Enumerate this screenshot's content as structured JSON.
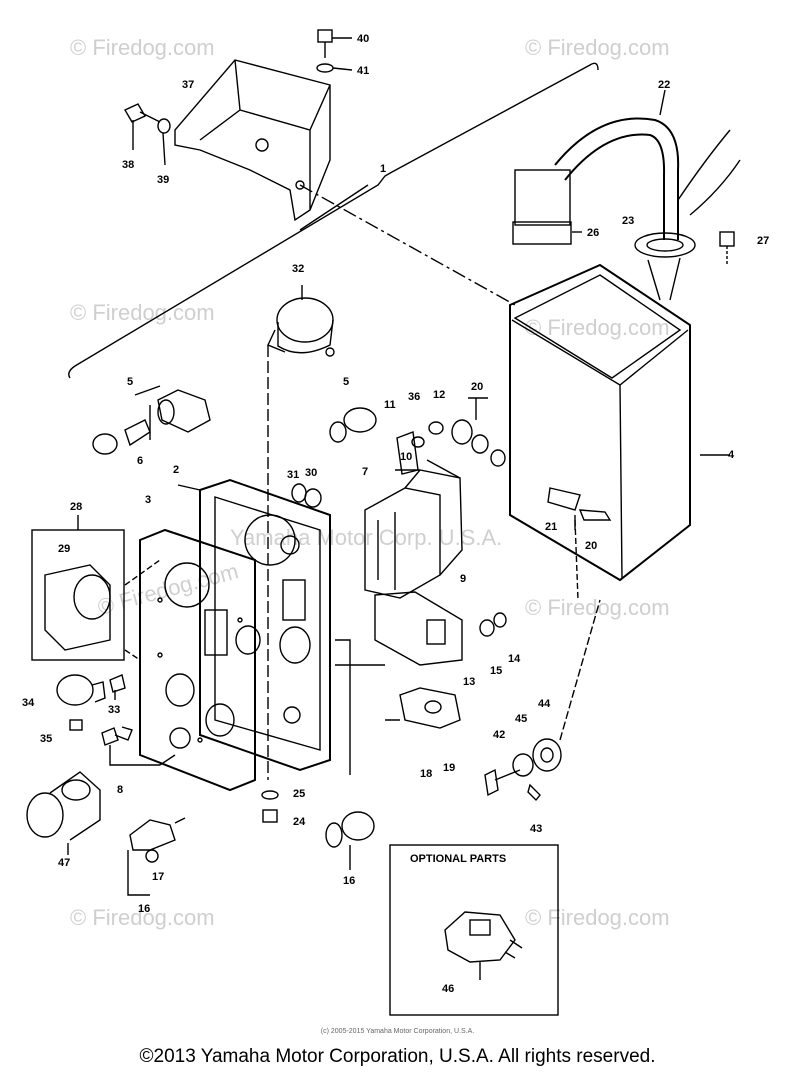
{
  "watermark": "© Firedog.com",
  "center_watermark": "Yamaha Motor Corp. U.S.A.",
  "optional_parts_title": "OPTIONAL PARTS",
  "callouts": {
    "c1": "1",
    "c2": "2",
    "c3": "3",
    "c4": "4",
    "c5a": "5",
    "c5b": "5",
    "c6": "6",
    "c7": "7",
    "c8": "8",
    "c9": "9",
    "c10": "10",
    "c11": "11",
    "c12": "12",
    "c13": "13",
    "c14": "14",
    "c15": "15",
    "c16a": "16",
    "c16b": "16",
    "c17": "17",
    "c18": "18",
    "c19": "19",
    "c20a": "20",
    "c20b": "20",
    "c21": "21",
    "c22": "22",
    "c23": "23",
    "c24": "24",
    "c25": "25",
    "c26": "26",
    "c27": "27",
    "c28": "28",
    "c29": "29",
    "c30": "30",
    "c31": "31",
    "c32": "32",
    "c33": "33",
    "c34": "34",
    "c35": "35",
    "c36": "36",
    "c37": "37",
    "c38": "38",
    "c39": "39",
    "c40": "40",
    "c41": "41",
    "c42": "42",
    "c43": "43",
    "c44": "44",
    "c45": "45",
    "c46": "46",
    "c47": "47"
  },
  "footer_small": "(c) 2005-2015 Yamaha Motor Corporation, U.S.A.",
  "footer_copyright": "©2013 Yamaha Motor Corporation, U.S.A. All rights reserved."
}
